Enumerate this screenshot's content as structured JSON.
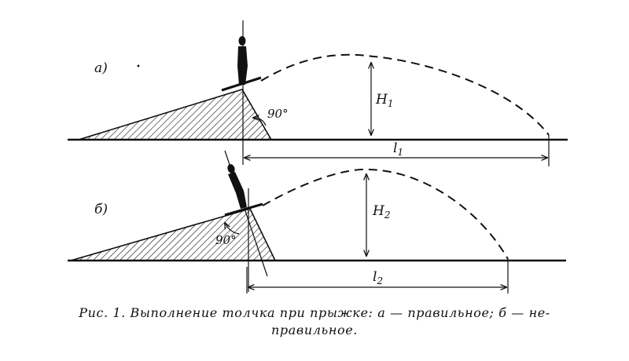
{
  "diagram": {
    "panel_a": {
      "label": "а)",
      "height_label": "H",
      "height_sub": "1",
      "length_label": "l",
      "length_sub": "1",
      "angle_label": "90°"
    },
    "panel_b": {
      "label": "б)",
      "height_label": "H",
      "height_sub": "2",
      "length_label": "l",
      "length_sub": "2",
      "angle_label": "90°"
    }
  },
  "caption": {
    "line1": "Рис. 1. Выполнение толчка при прыжке: а — правильное; б — не-",
    "line2": "правильное."
  }
}
